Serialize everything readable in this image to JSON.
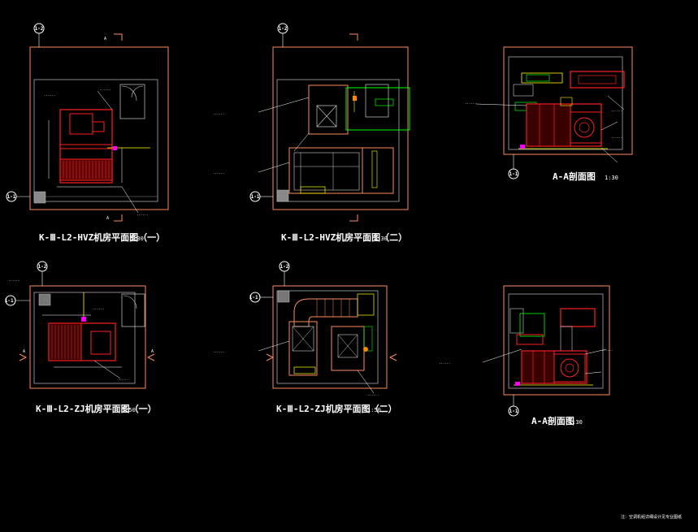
{
  "drawings": {
    "plan_1": {
      "title": "K-Ⅲ-L2-HVZ机房平面图（一）",
      "scale": "1:30"
    },
    "plan_2": {
      "title": "K-Ⅲ-L2-HVZ机房平面图（二）",
      "scale": "1:30"
    },
    "section_1": {
      "title": "A-A剖面图",
      "scale": "1:30"
    },
    "plan_3": {
      "title": "K-Ⅲ-L2-ZJ机房平面图（一）",
      "scale": "1:50"
    },
    "plan_4": {
      "title": "K-Ⅲ-L2-ZJ机房平面图（二）",
      "scale": "1:50"
    },
    "section_2": {
      "title": "A-A剖面图",
      "scale": "1:30"
    }
  },
  "grid_labels": {
    "a": "1-2",
    "b": "1-1",
    "c": "1-1'"
  },
  "section_marks": {
    "a": "A"
  },
  "footnote": "注：空调机组详细设计见专业图纸"
}
